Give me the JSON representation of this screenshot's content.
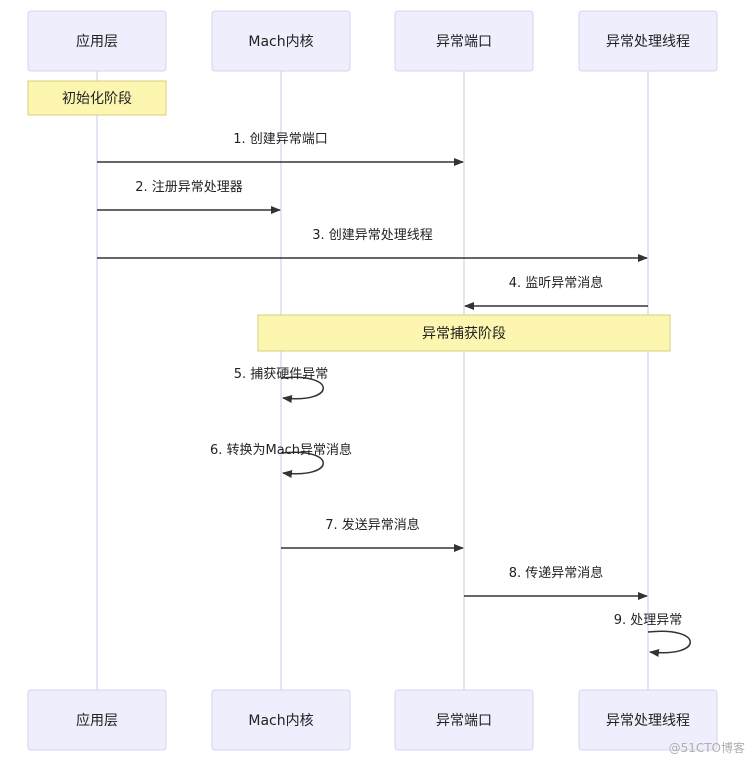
{
  "participants": [
    {
      "id": "app",
      "label": "应用层"
    },
    {
      "id": "kernel",
      "label": "Mach内核"
    },
    {
      "id": "port",
      "label": "异常端口"
    },
    {
      "id": "thread",
      "label": "异常处理线程"
    }
  ],
  "phases": [
    {
      "label": "初始化阶段"
    },
    {
      "label": "异常捕获阶段"
    }
  ],
  "messages": [
    {
      "label": "1. 创建异常端口",
      "from": "app",
      "to": "port"
    },
    {
      "label": "2. 注册异常处理器",
      "from": "app",
      "to": "kernel"
    },
    {
      "label": "3. 创建异常处理线程",
      "from": "app",
      "to": "thread"
    },
    {
      "label": "4. 监听异常消息",
      "from": "thread",
      "to": "port"
    },
    {
      "label": "5. 捕获硬件异常",
      "from": "kernel",
      "to": "kernel"
    },
    {
      "label": "6. 转换为Mach异常消息",
      "from": "kernel",
      "to": "kernel"
    },
    {
      "label": "7. 发送异常消息",
      "from": "kernel",
      "to": "port"
    },
    {
      "label": "8. 传递异常消息",
      "from": "port",
      "to": "thread"
    },
    {
      "label": "9. 处理异常",
      "from": "thread",
      "to": "thread"
    }
  ],
  "watermark": "@51CTO博客",
  "colors": {
    "actor_fill": "#eeeefc",
    "actor_stroke": "#d6d6ec",
    "lifeline": "#dcdcf2",
    "note_fill": "#fcf6b0",
    "note_stroke": "#d8d07a",
    "arrow": "#333333",
    "text": "#222222",
    "watermark": "#b0b0b0"
  }
}
